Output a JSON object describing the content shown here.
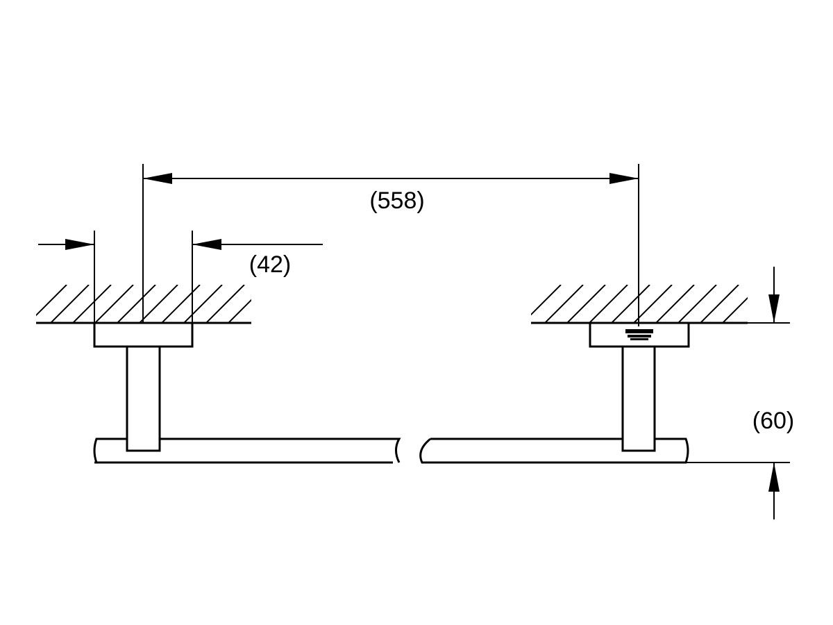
{
  "diagram": {
    "colors": {
      "ink": "#000000",
      "paper": "#ffffff"
    },
    "dimensions": {
      "spacing": "(558)",
      "flange": "(42)",
      "projection": "(60)"
    }
  }
}
